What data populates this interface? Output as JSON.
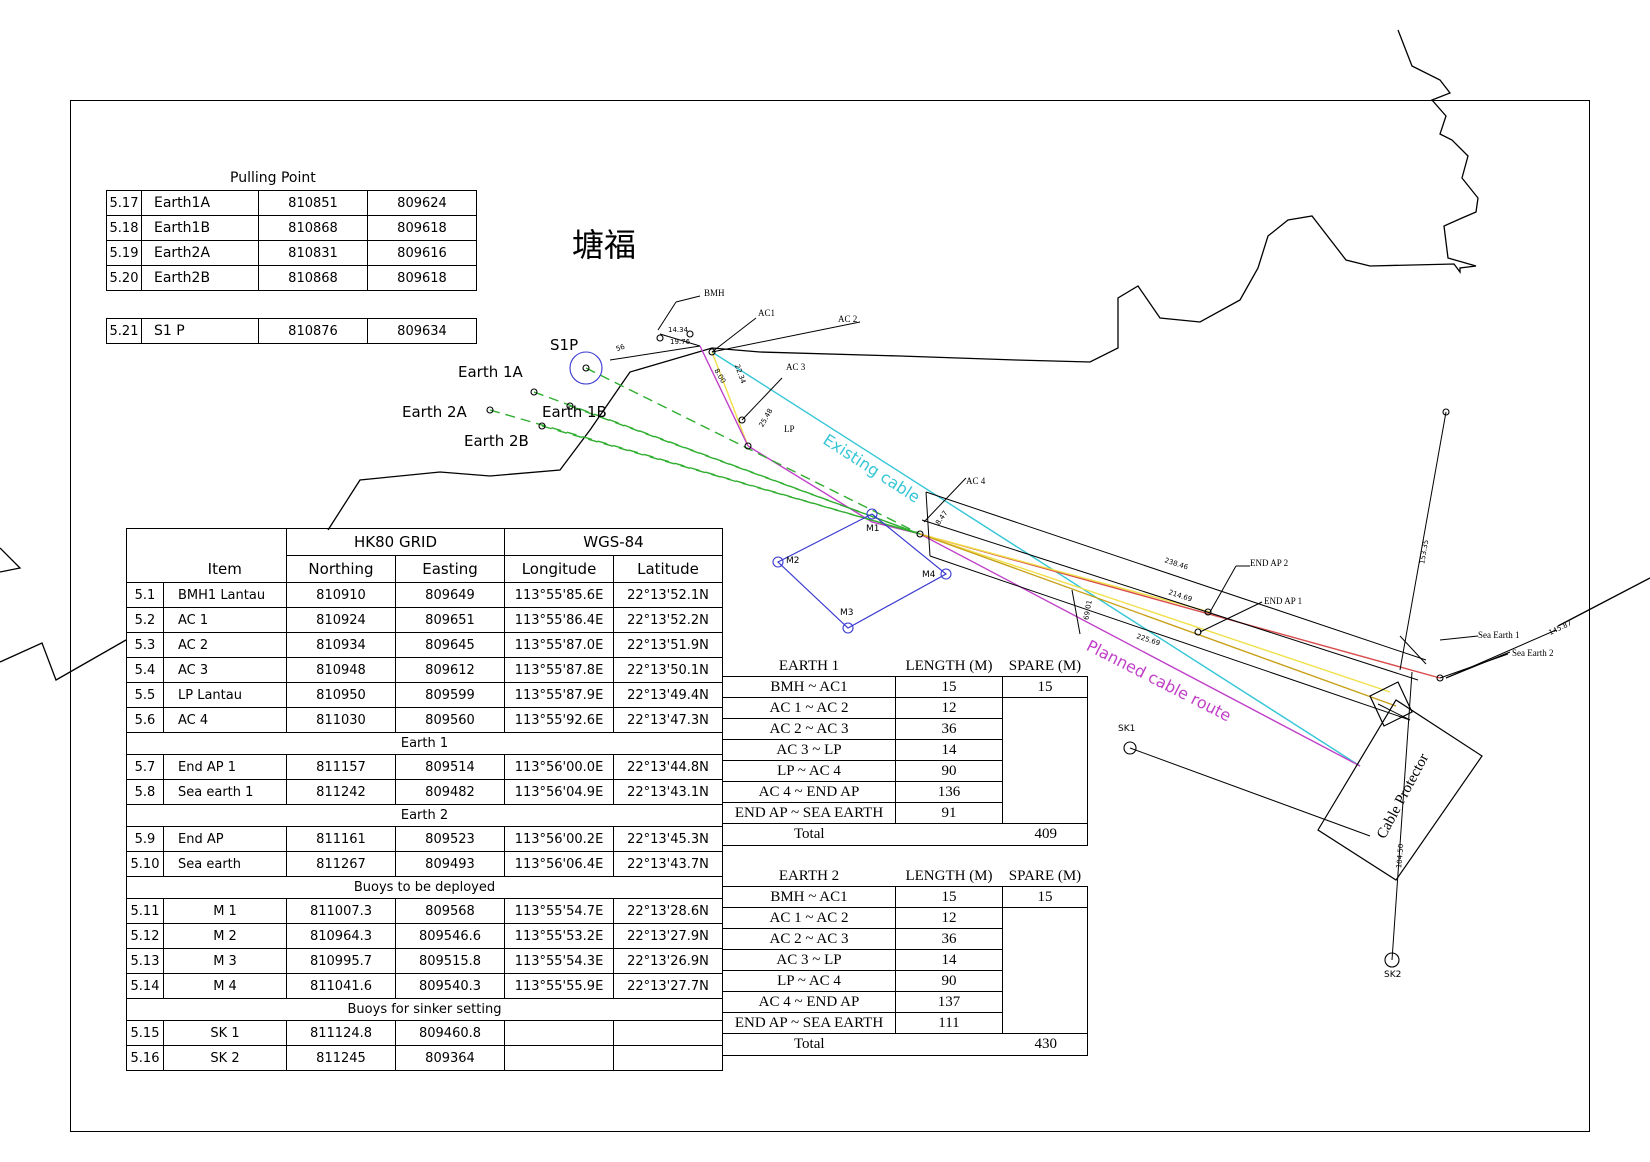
{
  "place_name": "塘福",
  "pulling_point": {
    "title": "Pulling Point",
    "rows": [
      {
        "no": "5.17",
        "name": "Earth1A",
        "northing": "810851",
        "easting": "809624"
      },
      {
        "no": "5.18",
        "name": "Earth1B",
        "northing": "810868",
        "easting": "809618"
      },
      {
        "no": "5.19",
        "name": "Earth2A",
        "northing": "810831",
        "easting": "809616"
      },
      {
        "no": "5.20",
        "name": "Earth2B",
        "northing": "810868",
        "easting": "809618"
      }
    ],
    "s1p": {
      "no": "5.21",
      "name": "S1  P",
      "northing": "810876",
      "easting": "809634"
    }
  },
  "coord_table": {
    "group1": "HK80  GRID",
    "group2": "WGS-84",
    "columns": [
      "Item",
      "Northing",
      "Easting",
      "Longitude",
      "Latitude"
    ],
    "rows_a": [
      {
        "no": "5.1",
        "item": "BMH1 Lantau",
        "n": "810910",
        "e": "809649",
        "lon": "113°55'85.6E",
        "lat": "22°13'52.1N"
      },
      {
        "no": "5.2",
        "item": "AC 1",
        "n": "810924",
        "e": "809651",
        "lon": "113°55'86.4E",
        "lat": "22°13'52.2N"
      },
      {
        "no": "5.3",
        "item": "AC 2",
        "n": "810934",
        "e": "809645",
        "lon": "113°55'87.0E",
        "lat": "22°13'51.9N"
      },
      {
        "no": "5.4",
        "item": "AC 3",
        "n": "810948",
        "e": "809612",
        "lon": "113°55'87.8E",
        "lat": "22°13'50.1N"
      },
      {
        "no": "5.5",
        "item": "LP Lantau",
        "n": "810950",
        "e": "809599",
        "lon": "113°55'87.9E",
        "lat": "22°13'49.4N"
      },
      {
        "no": "5.6",
        "item": "AC 4",
        "n": "811030",
        "e": "809560",
        "lon": "113°55'92.6E",
        "lat": "22°13'47.3N"
      }
    ],
    "section_earth1": "Earth 1",
    "rows_b": [
      {
        "no": "5.7",
        "item": "End AP 1",
        "n": "811157",
        "e": "809514",
        "lon": "113°56'00.0E",
        "lat": "22°13'44.8N"
      },
      {
        "no": "5.8",
        "item": "Sea earth 1",
        "n": "811242",
        "e": "809482",
        "lon": "113°56'04.9E",
        "lat": "22°13'43.1N"
      }
    ],
    "section_earth2": "Earth 2",
    "rows_c": [
      {
        "no": "5.9",
        "item": "End AP",
        "n": "811161",
        "e": "809523",
        "lon": "113°56'00.2E",
        "lat": "22°13'45.3N"
      },
      {
        "no": "5.10",
        "item": "Sea earth",
        "n": "811267",
        "e": "809493",
        "lon": "113°56'06.4E",
        "lat": "22°13'43.7N"
      }
    ],
    "section_buoys": "Buoys to be deployed",
    "rows_d": [
      {
        "no": "5.11",
        "item": "M 1",
        "n": "811007.3",
        "e": "809568",
        "lon": "113°55'54.7E",
        "lat": "22°13'28.6N"
      },
      {
        "no": "5.12",
        "item": "M 2",
        "n": "810964.3",
        "e": "809546.6",
        "lon": "113°55'53.2E",
        "lat": "22°13'27.9N"
      },
      {
        "no": "5.13",
        "item": "M 3",
        "n": "810995.7",
        "e": "809515.8",
        "lon": "113°55'54.3E",
        "lat": "22°13'26.9N"
      },
      {
        "no": "5.14",
        "item": "M 4",
        "n": "811041.6",
        "e": "809540.3",
        "lon": "113°55'55.9E",
        "lat": "22°13'27.7N"
      }
    ],
    "section_sinker": "Buoys for sinker setting",
    "rows_e": [
      {
        "no": "5.15",
        "item": "SK 1",
        "n": "811124.8",
        "e": "809460.8",
        "lon": "",
        "lat": ""
      },
      {
        "no": "5.16",
        "item": "SK 2",
        "n": "811245",
        "e": "809364",
        "lon": "",
        "lat": ""
      }
    ]
  },
  "earth1_table": {
    "title": "EARTH   1",
    "length_header": "LENGTH  (M)",
    "spare_header": "SPARE (M)",
    "rows": [
      {
        "seg": "BMH  ~  AC1",
        "len": "15"
      },
      {
        "seg": "AC 1  ~  AC 2",
        "len": "12"
      },
      {
        "seg": "AC 2  ~  AC 3",
        "len": "36"
      },
      {
        "seg": "AC 3  ~  LP",
        "len": "14"
      },
      {
        "seg": "LP  ~  AC 4",
        "len": "90"
      },
      {
        "seg": "AC 4  ~  END AP",
        "len": "136"
      },
      {
        "seg": "END AP ~ SEA EARTH",
        "len": "91"
      }
    ],
    "spare": "15",
    "total_label": "Total",
    "total": "409"
  },
  "earth2_table": {
    "title": "EARTH   2",
    "length_header": "LENGTH  (M)",
    "spare_header": "SPARE (M)",
    "rows": [
      {
        "seg": "BMH  ~  AC1",
        "len": "15"
      },
      {
        "seg": "AC 1  ~  AC 2",
        "len": "12"
      },
      {
        "seg": "AC 2  ~  AC 3",
        "len": "36"
      },
      {
        "seg": "AC 3  ~  LP",
        "len": "14"
      },
      {
        "seg": "LP  ~  AC 4",
        "len": "90"
      },
      {
        "seg": "AC 4  ~  END AP",
        "len": "137"
      },
      {
        "seg": "END AP ~ SEA EARTH",
        "len": "111"
      }
    ],
    "spare": "15",
    "total_label": "Total",
    "total": "430"
  },
  "map_labels": {
    "s1p": "S1P",
    "earth1a": "Earth  1A",
    "earth1b": "Earth  1B",
    "earth2a": "Earth  2A",
    "earth2b": "Earth  2B",
    "bmh": "BMH",
    "ac1": "AC1",
    "ac2": "AC 2",
    "ac3": "AC 3",
    "lp": "LP",
    "ac4": "AC 4",
    "m1": "M1",
    "m2": "M2",
    "m3": "M3",
    "m4": "M4",
    "end_ap2": "END AP 2",
    "end_ap1": "END AP 1",
    "sea_earth1": "Sea Earth 1",
    "sea_earth2": "Sea Earth 2",
    "sk1": "SK1",
    "sk2": "SK2",
    "existing_cable": "Existing  cable",
    "planned_route": "Planned  cable  route",
    "cable_protector": "Cable Protector",
    "dims": {
      "d1": "14.34",
      "d2": "19.76",
      "d3": "56",
      "d4": "8.00",
      "d5": "22.34",
      "d6": "25.48",
      "d7": "8.47",
      "d8": "238.46",
      "d9": "214.69",
      "d10": "225.69",
      "d11": "69.01",
      "d12": "153.35",
      "d13": "145.87",
      "d14": "104.50"
    }
  },
  "colors": {
    "existing_cable": "#35c6d6",
    "planned_route": "#c040c8",
    "earth_dashed": "#2fae2f",
    "route_yellow": "#f0e04a",
    "route_red": "#d84c4c"
  }
}
